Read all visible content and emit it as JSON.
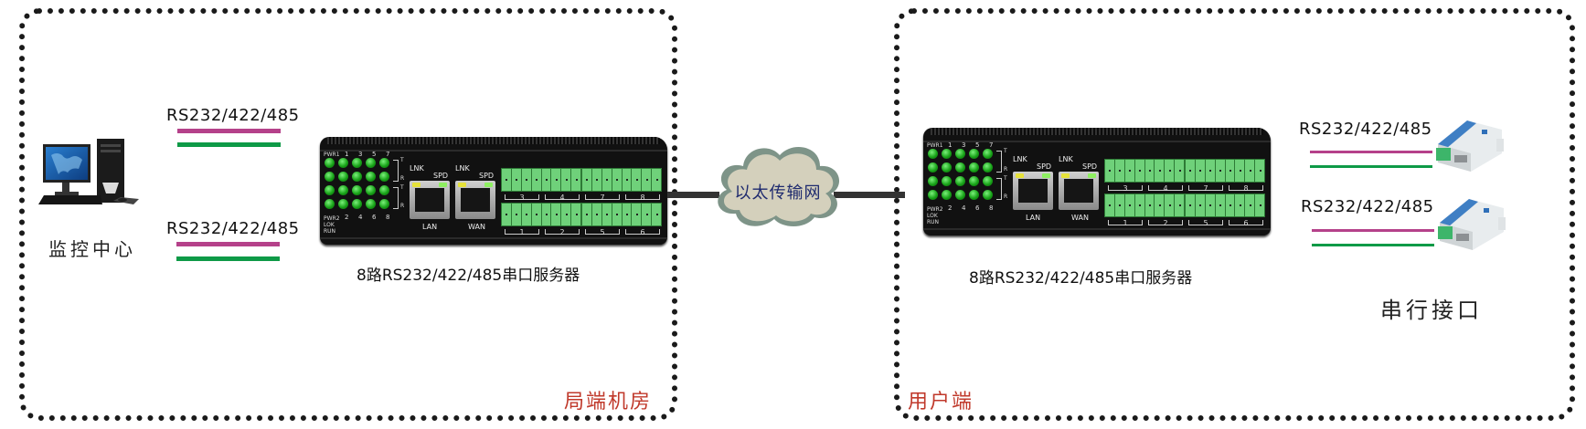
{
  "zones": {
    "left": {
      "label": "局端机房"
    },
    "right": {
      "label": "用户端"
    }
  },
  "monitor_center": {
    "label": "监控中心",
    "icon": "computer-icon"
  },
  "links_left": [
    {
      "label": "RS232/422/485"
    },
    {
      "label": "RS232/422/485"
    }
  ],
  "links_right": [
    {
      "label": "RS232/422/485"
    },
    {
      "label": "RS232/422/485"
    }
  ],
  "network": {
    "label": "以太传输网",
    "icon": "cloud-icon"
  },
  "server_left": {
    "label": "8路RS232/422/485串口服务器"
  },
  "server_right": {
    "label": "8路RS232/422/485串口服务器"
  },
  "serial_interface": {
    "label": "串行接口"
  },
  "device_panel": {
    "pwr1": "PWR1",
    "pwr2": "PWR2",
    "lok": "LOK",
    "run": "RUN",
    "top_nums": [
      "1",
      "3",
      "5",
      "7"
    ],
    "bottom_nums": [
      "2",
      "4",
      "6",
      "8"
    ],
    "t": "T",
    "r": "R",
    "lnk": "LNK",
    "spd": "SPD",
    "lan": "LAN",
    "wan": "WAN",
    "top_groups": [
      "3",
      "4",
      "7",
      "8"
    ],
    "bottom_groups": [
      "1",
      "2",
      "5",
      "6"
    ]
  },
  "colors": {
    "zone_label": "#c0392b",
    "tx_line": "#b5418a",
    "rx_line": "#0e9a47",
    "cloud_text": "#1e2a6e"
  }
}
